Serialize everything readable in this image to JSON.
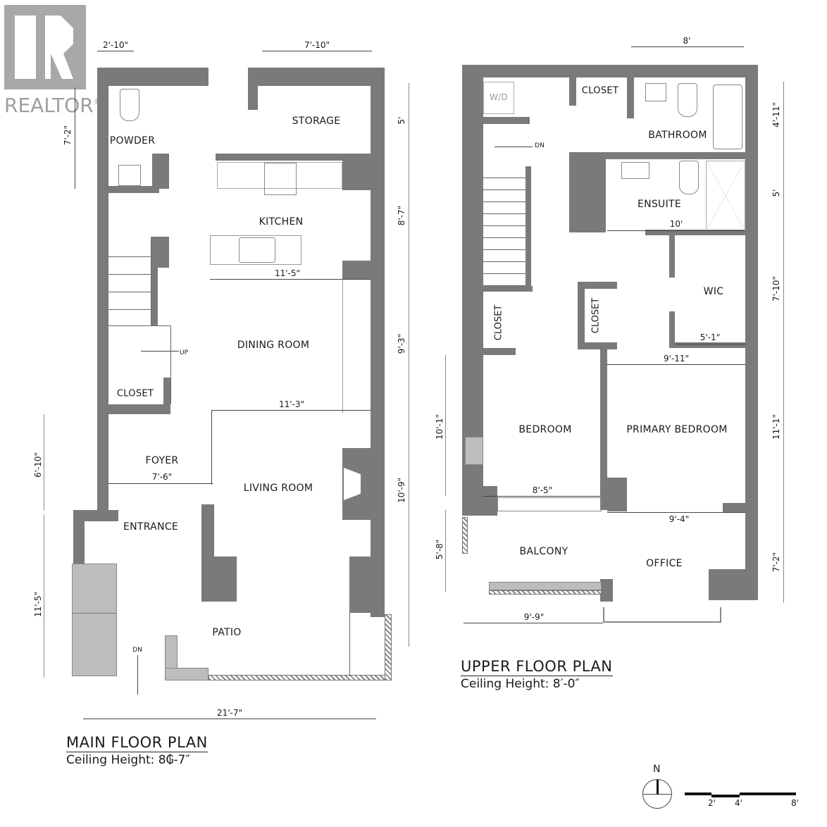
{
  "watermark": {
    "logo_letter": "R",
    "text": "REALTOR",
    "mark": "®",
    "color": "#9e9e9e"
  },
  "colors": {
    "wall": "#7a7a7a",
    "light_wall": "#bdbdbd",
    "background": "#ffffff",
    "text": "#1a1a1a"
  },
  "main_floor": {
    "title": "MAIN FLOOR PLAN",
    "ceiling": "Ceiling Height: 8₲-7″",
    "rooms": {
      "powder": "POWDER",
      "storage": "STORAGE",
      "kitchen": "KITCHEN",
      "dining": "DINING ROOM",
      "closet": "CLOSET",
      "foyer": "FOYER",
      "living": "LIVING ROOM",
      "entrance": "ENTRANCE",
      "patio": "PATIO"
    },
    "annotations": {
      "stairs_up": "UP",
      "patio_down": "DN"
    },
    "dimensions": {
      "powder_width": "2'-10\"",
      "storage_width": "7'-10\"",
      "powder_height": "7'-2\"",
      "storage_height": "5'",
      "kitchen_height": "8'-7\"",
      "kitchen_width": "11'-5\"",
      "dining_height": "9'-3\"",
      "dining_width": "11'-3\"",
      "foyer_height": "6'-10\"",
      "foyer_width": "7'-6\"",
      "living_height": "10'-9\"",
      "patio_height": "11'-5\"",
      "overall_width": "21'-7\""
    }
  },
  "upper_floor": {
    "title": "UPPER FLOOR PLAN",
    "ceiling": "Ceiling Height: 8′-0″",
    "rooms": {
      "wd": "W/D",
      "closet_top": "CLOSET",
      "bathroom": "BATHROOM",
      "ensuite": "ENSUITE",
      "wic": "WIC",
      "closet_left": "CLOSET",
      "closet_mid": "CLOSET",
      "bedroom": "BEDROOM",
      "primary": "PRIMARY BEDROOM",
      "balcony": "BALCONY",
      "office": "OFFICE"
    },
    "annotations": {
      "stairs_down": "DN"
    },
    "dimensions": {
      "bath_width": "8'",
      "bath_height": "4'-11\"",
      "ensuite_height": "5'",
      "ensuite_width": "10'",
      "wic_height": "7'-10\"",
      "wic_width": "5'-1\"",
      "primary_width": "9'-11\"",
      "primary_height": "11'-1\"",
      "bedroom_height": "10'-1\"",
      "bedroom_width": "8'-5\"",
      "office_width": "9'-4\"",
      "office_height": "7'-2\"",
      "balcony_height": "5'-8\"",
      "balcony_width": "9'-9\""
    }
  },
  "legend": {
    "north_label": "N",
    "scale_ticks": [
      "2'",
      "4'",
      "8'"
    ]
  }
}
